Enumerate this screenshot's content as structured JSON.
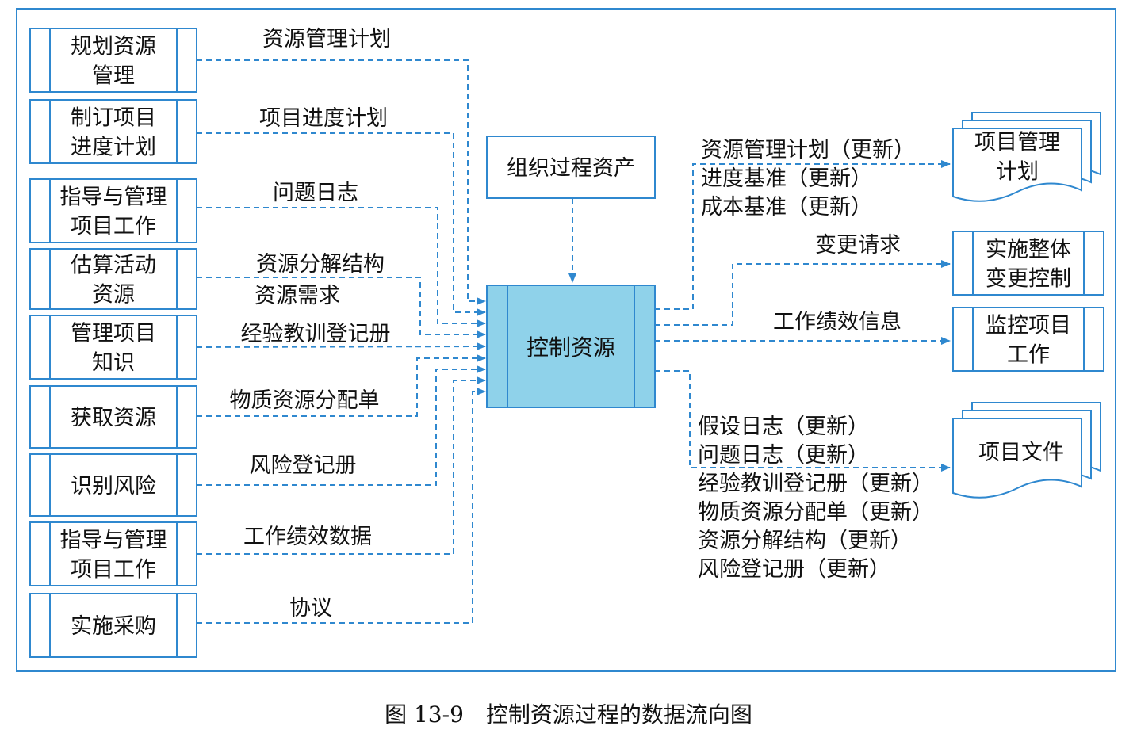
{
  "inputs": [
    {
      "lines": [
        "规划资源",
        "管理"
      ],
      "flow": "资源管理计划"
    },
    {
      "lines": [
        "制订项目",
        "进度计划"
      ],
      "flow": "项目进度计划"
    },
    {
      "lines": [
        "指导与管理",
        "项目工作"
      ],
      "flow": "问题日志"
    },
    {
      "lines": [
        "估算活动",
        "资源"
      ],
      "flow": "资源分解结构",
      "flow2": "资源需求"
    },
    {
      "lines": [
        "管理项目",
        "知识"
      ],
      "flow": "经验教训登记册"
    },
    {
      "lines": [
        "获取资源"
      ],
      "flow": "物质资源分配单"
    },
    {
      "lines": [
        "识别风险"
      ],
      "flow": "风险登记册"
    },
    {
      "lines": [
        "指导与管理",
        "项目工作"
      ],
      "flow": "工作绩效数据"
    },
    {
      "lines": [
        "实施采购"
      ],
      "flow": "协议"
    }
  ],
  "org_assets": "组织过程资产",
  "center": "控制资源",
  "outputs": {
    "plan_updates": [
      "资源管理计划（更新）",
      "进度基准（更新）",
      "成本基准（更新）"
    ],
    "change_request": "变更请求",
    "work_perf_info": "工作绩效信息",
    "doc_updates": [
      "假设日志（更新）",
      "问题日志（更新）",
      "经验教训登记册（更新）",
      "物质资源分配单（更新）",
      "资源分解结构（更新）",
      "风险登记册（更新）"
    ]
  },
  "targets": {
    "pm_plan": [
      "项目管理",
      "计划"
    ],
    "integrated_change": [
      "实施整体",
      "变更控制"
    ],
    "monitor_work": [
      "监控项目",
      "工作"
    ],
    "project_docs": "项目文件"
  },
  "caption": "图 13-9　控制资源过程的数据流向图",
  "colors": {
    "line": "#2f88cf",
    "center_fill": "#8fd2ea",
    "frame": "#2f88cf"
  }
}
